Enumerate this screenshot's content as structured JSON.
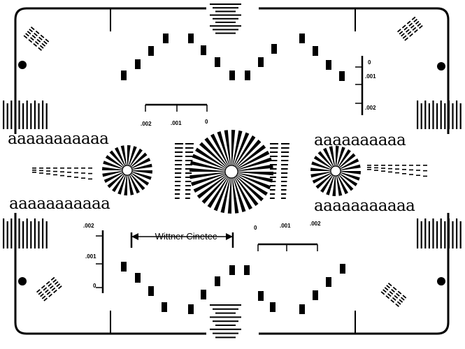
{
  "brand": "Wittner Cinetec",
  "letter_rows": {
    "top_left": "aaaaaaaaaaa",
    "top_right": "aaaaaaaaaa",
    "bottom_left": "aaaaaaaaaaa",
    "bottom_right": "aaaaaaaaaaa"
  },
  "scales": {
    "top_center": [
      ".002",
      ".001",
      "0"
    ],
    "bottom_center": [
      "0",
      ".001",
      ".002"
    ],
    "right_vertical": [
      "0",
      ".001",
      ".002"
    ],
    "left_vertical": [
      ".002",
      ".001",
      "0"
    ]
  },
  "colors": {
    "ink": "#000000",
    "paper": "#ffffff"
  }
}
